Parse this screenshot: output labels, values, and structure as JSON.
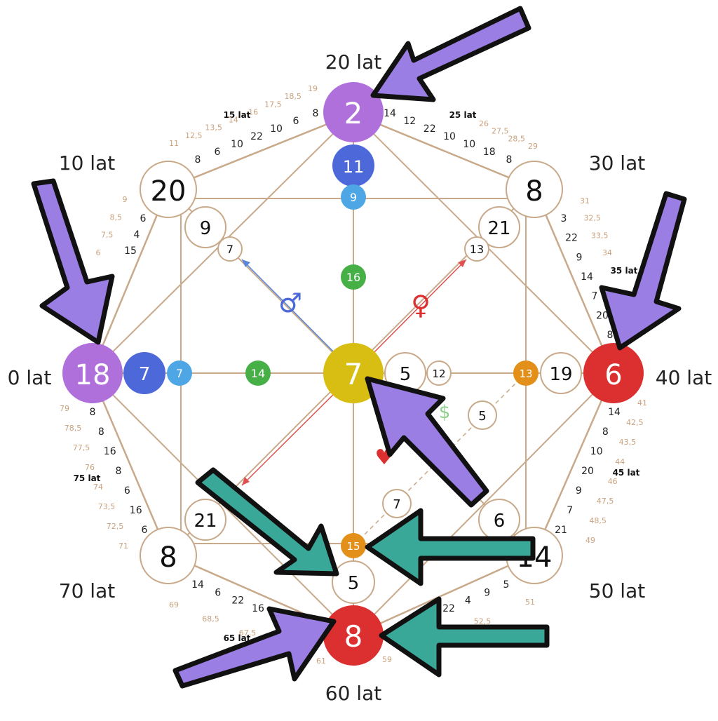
{
  "ages": {
    "top": "20 lat",
    "left": "0 lat",
    "right": "40 lat",
    "bottom": "60 lat",
    "top_left": "10 lat",
    "top_right": "30 lat",
    "bottom_left": "70 lat",
    "bottom_right": "50 lat"
  },
  "bold_ages": {
    "a15": "15 lat",
    "a25": "25 lat",
    "a35": "35 lat",
    "a45": "45 lat",
    "a65": "65 lat",
    "a75": "75 lat"
  },
  "nodes": {
    "top_main": "2",
    "top_2": "11",
    "top_3": "9",
    "left_main": "18",
    "left_2": "7",
    "left_3": "7",
    "right_main": "6",
    "right_2": "19",
    "right_3": "13",
    "bottom_main": "8",
    "bottom_2": "5",
    "bottom_3": "15",
    "center": "7",
    "center_right": "5",
    "center_right_small": "12",
    "vert_mid": "16",
    "horiz_mid": "14",
    "tl_corner": "20",
    "tl_inner": "9",
    "tl_small": "7",
    "tr_corner": "8",
    "tr_inner": "21",
    "tr_small": "13",
    "bl_corner": "8",
    "bl_inner": "21",
    "br_corner": "14",
    "br_inner": "6",
    "diag_a": "5",
    "diag_b": "7"
  },
  "symbols": {
    "male": "♂",
    "female": "♀",
    "money": "$",
    "heart": "♥"
  },
  "ring_numbers": {
    "tl_top": [
      "8",
      "6",
      "10",
      "22",
      "10",
      "6",
      "8"
    ],
    "tr_top": [
      "14",
      "12",
      "22",
      "10",
      "10",
      "18",
      "8"
    ],
    "tl_side": [
      "6",
      "4",
      "15"
    ],
    "tr_side": [
      "3",
      "22",
      "9",
      "14",
      "7",
      "20",
      "8"
    ],
    "bl_side": [
      "8",
      "8",
      "16",
      "8",
      "6",
      "16",
      "6"
    ],
    "br_side": [
      "14",
      "8",
      "10",
      "20",
      "9",
      "7",
      "21"
    ],
    "bl_bottom": [
      "14",
      "6",
      "22",
      "16"
    ],
    "br_bottom": [
      "22",
      "4",
      "9",
      "5"
    ]
  },
  "tiny_ages": {
    "tl": [
      "11",
      "12,5",
      "13,5",
      "14",
      "16",
      "17,5",
      "18,5",
      "19"
    ],
    "tr": [
      "26",
      "27,5",
      "28,5",
      "29"
    ],
    "left_upper": [
      "9",
      "8,5",
      "7,5",
      "6"
    ],
    "right_upper": [
      "31",
      "32,5",
      "33,5",
      "34"
    ],
    "left_lower": [
      "79",
      "78,5",
      "77,5",
      "76",
      "74",
      "73,5",
      "72,5",
      "71"
    ],
    "right_lower": [
      "41",
      "42,5",
      "43,5",
      "44",
      "46",
      "47,5",
      "48,5",
      "49"
    ],
    "bottom_left": [
      "69",
      "68,5",
      "67,5",
      "66",
      "61"
    ],
    "bottom_right": [
      "51",
      "52,5",
      "53,5",
      "59"
    ]
  },
  "colors": {
    "line": "#c8a98a",
    "purple": "#b070dc",
    "red": "#dc2f2f",
    "yellow": "#d8be12",
    "blue_dark": "#4d68d8",
    "blue_light": "#4ea6e4",
    "green": "#46b046",
    "orange": "#e3901a",
    "arrow_purple": "#9b7ee4",
    "arrow_teal": "#3aa898"
  }
}
